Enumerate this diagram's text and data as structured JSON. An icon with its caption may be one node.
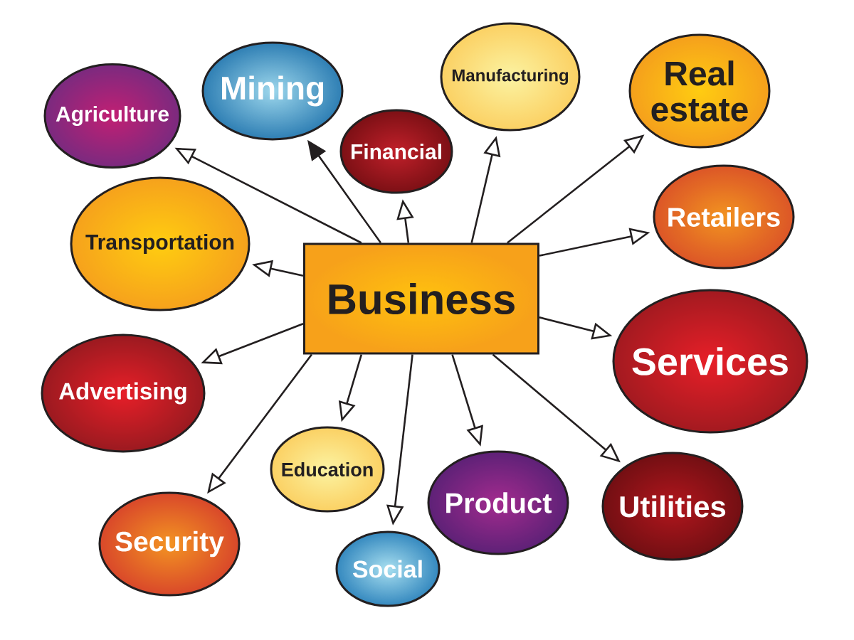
{
  "diagram": {
    "nodes": [
      {
        "text": [
          "Business"
        ]
      },
      {
        "text": [
          "Agriculture"
        ]
      },
      {
        "text": [
          "Mining"
        ]
      },
      {
        "text": [
          "Financial"
        ]
      },
      {
        "text": [
          "Manufacturing"
        ]
      },
      {
        "text": [
          "Real estate"
        ]
      },
      {
        "text": [
          "Transportation"
        ]
      },
      {
        "text": [
          "Retailers"
        ]
      },
      {
        "text": [
          "Advertising"
        ]
      },
      {
        "text": [
          "Services"
        ]
      },
      {
        "text": [
          "Security"
        ]
      },
      {
        "text": [
          "Education"
        ]
      },
      {
        "text": [
          "Social"
        ]
      },
      {
        "text": [
          "Product"
        ]
      },
      {
        "text": [
          "Utilities"
        ]
      }
    ],
    "edges": [
      {
        "from": 0,
        "to": 1,
        "arrow": "to"
      },
      {
        "from": 0,
        "to": 2,
        "arrow": "to"
      },
      {
        "from": 0,
        "to": 3,
        "arrow": "to"
      },
      {
        "from": 0,
        "to": 4,
        "arrow": "to"
      },
      {
        "from": 0,
        "to": 5,
        "arrow": "to"
      },
      {
        "from": 0,
        "to": 6,
        "arrow": "to"
      },
      {
        "from": 0,
        "to": 7,
        "arrow": "to"
      },
      {
        "from": 0,
        "to": 8,
        "arrow": "to"
      },
      {
        "from": 0,
        "to": 9,
        "arrow": "to"
      },
      {
        "from": 0,
        "to": 10,
        "arrow": "to"
      },
      {
        "from": 0,
        "to": 11,
        "arrow": "to"
      },
      {
        "from": 0,
        "to": 12,
        "arrow": "to"
      },
      {
        "from": 0,
        "to": 13,
        "arrow": "to"
      },
      {
        "from": 0,
        "to": 14,
        "arrow": "to"
      }
    ]
  }
}
